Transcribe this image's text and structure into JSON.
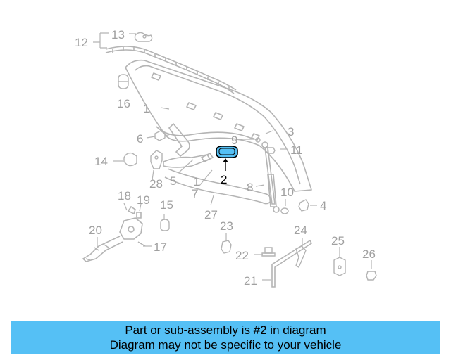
{
  "diagram": {
    "callouts": {
      "c1": "1",
      "c1b": "1",
      "c2": "2",
      "c3": "3",
      "c4": "4",
      "c5": "5",
      "c6": "6",
      "c7": "7",
      "c8": "8",
      "c9": "9",
      "c10": "10",
      "c11": "11",
      "c12": "12",
      "c13": "13",
      "c14": "14",
      "c15": "15",
      "c16": "16",
      "c17": "17",
      "c18": "18",
      "c19": "19",
      "c20": "20",
      "c21": "21",
      "c22": "22",
      "c23": "23",
      "c24": "24",
      "c25": "25",
      "c26": "26",
      "c27": "27",
      "c28": "28"
    },
    "highlight_color": "#55c0f5",
    "part_color": "#b4b4b4",
    "label_color": "#a0a0a0"
  },
  "caption": {
    "line1": "Part or sub-assembly is #2 in diagram",
    "line2": "Diagram may not be specific to your vehicle",
    "background": "#55c0f5"
  }
}
